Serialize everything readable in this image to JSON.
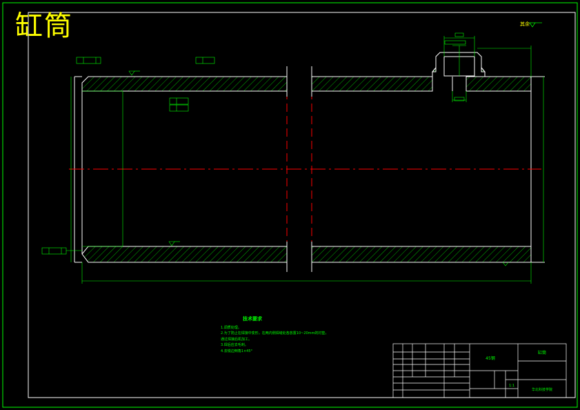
{
  "drawing": {
    "title": "缸筒",
    "surface_finish_note": "其余",
    "tech_requirements": {
      "heading": "技术要求",
      "items": [
        "1.调质处理。",
        "2.为了防止在焊接中变形，在两内侧焊缝处各放置10~20mm的衬垫，",
        "通过焊接后机加工。",
        "3.焊后应去毛刺。",
        "4.去锐边倒角1×45°"
      ]
    },
    "title_block": {
      "material": "45钢",
      "part_name": "缸筒",
      "scale": "1:1",
      "school": "华北科技学院"
    }
  },
  "colors": {
    "outline": "#ffffff",
    "dimension": "#00ff00",
    "centerline": "#ff0000",
    "title": "#ffff00"
  }
}
